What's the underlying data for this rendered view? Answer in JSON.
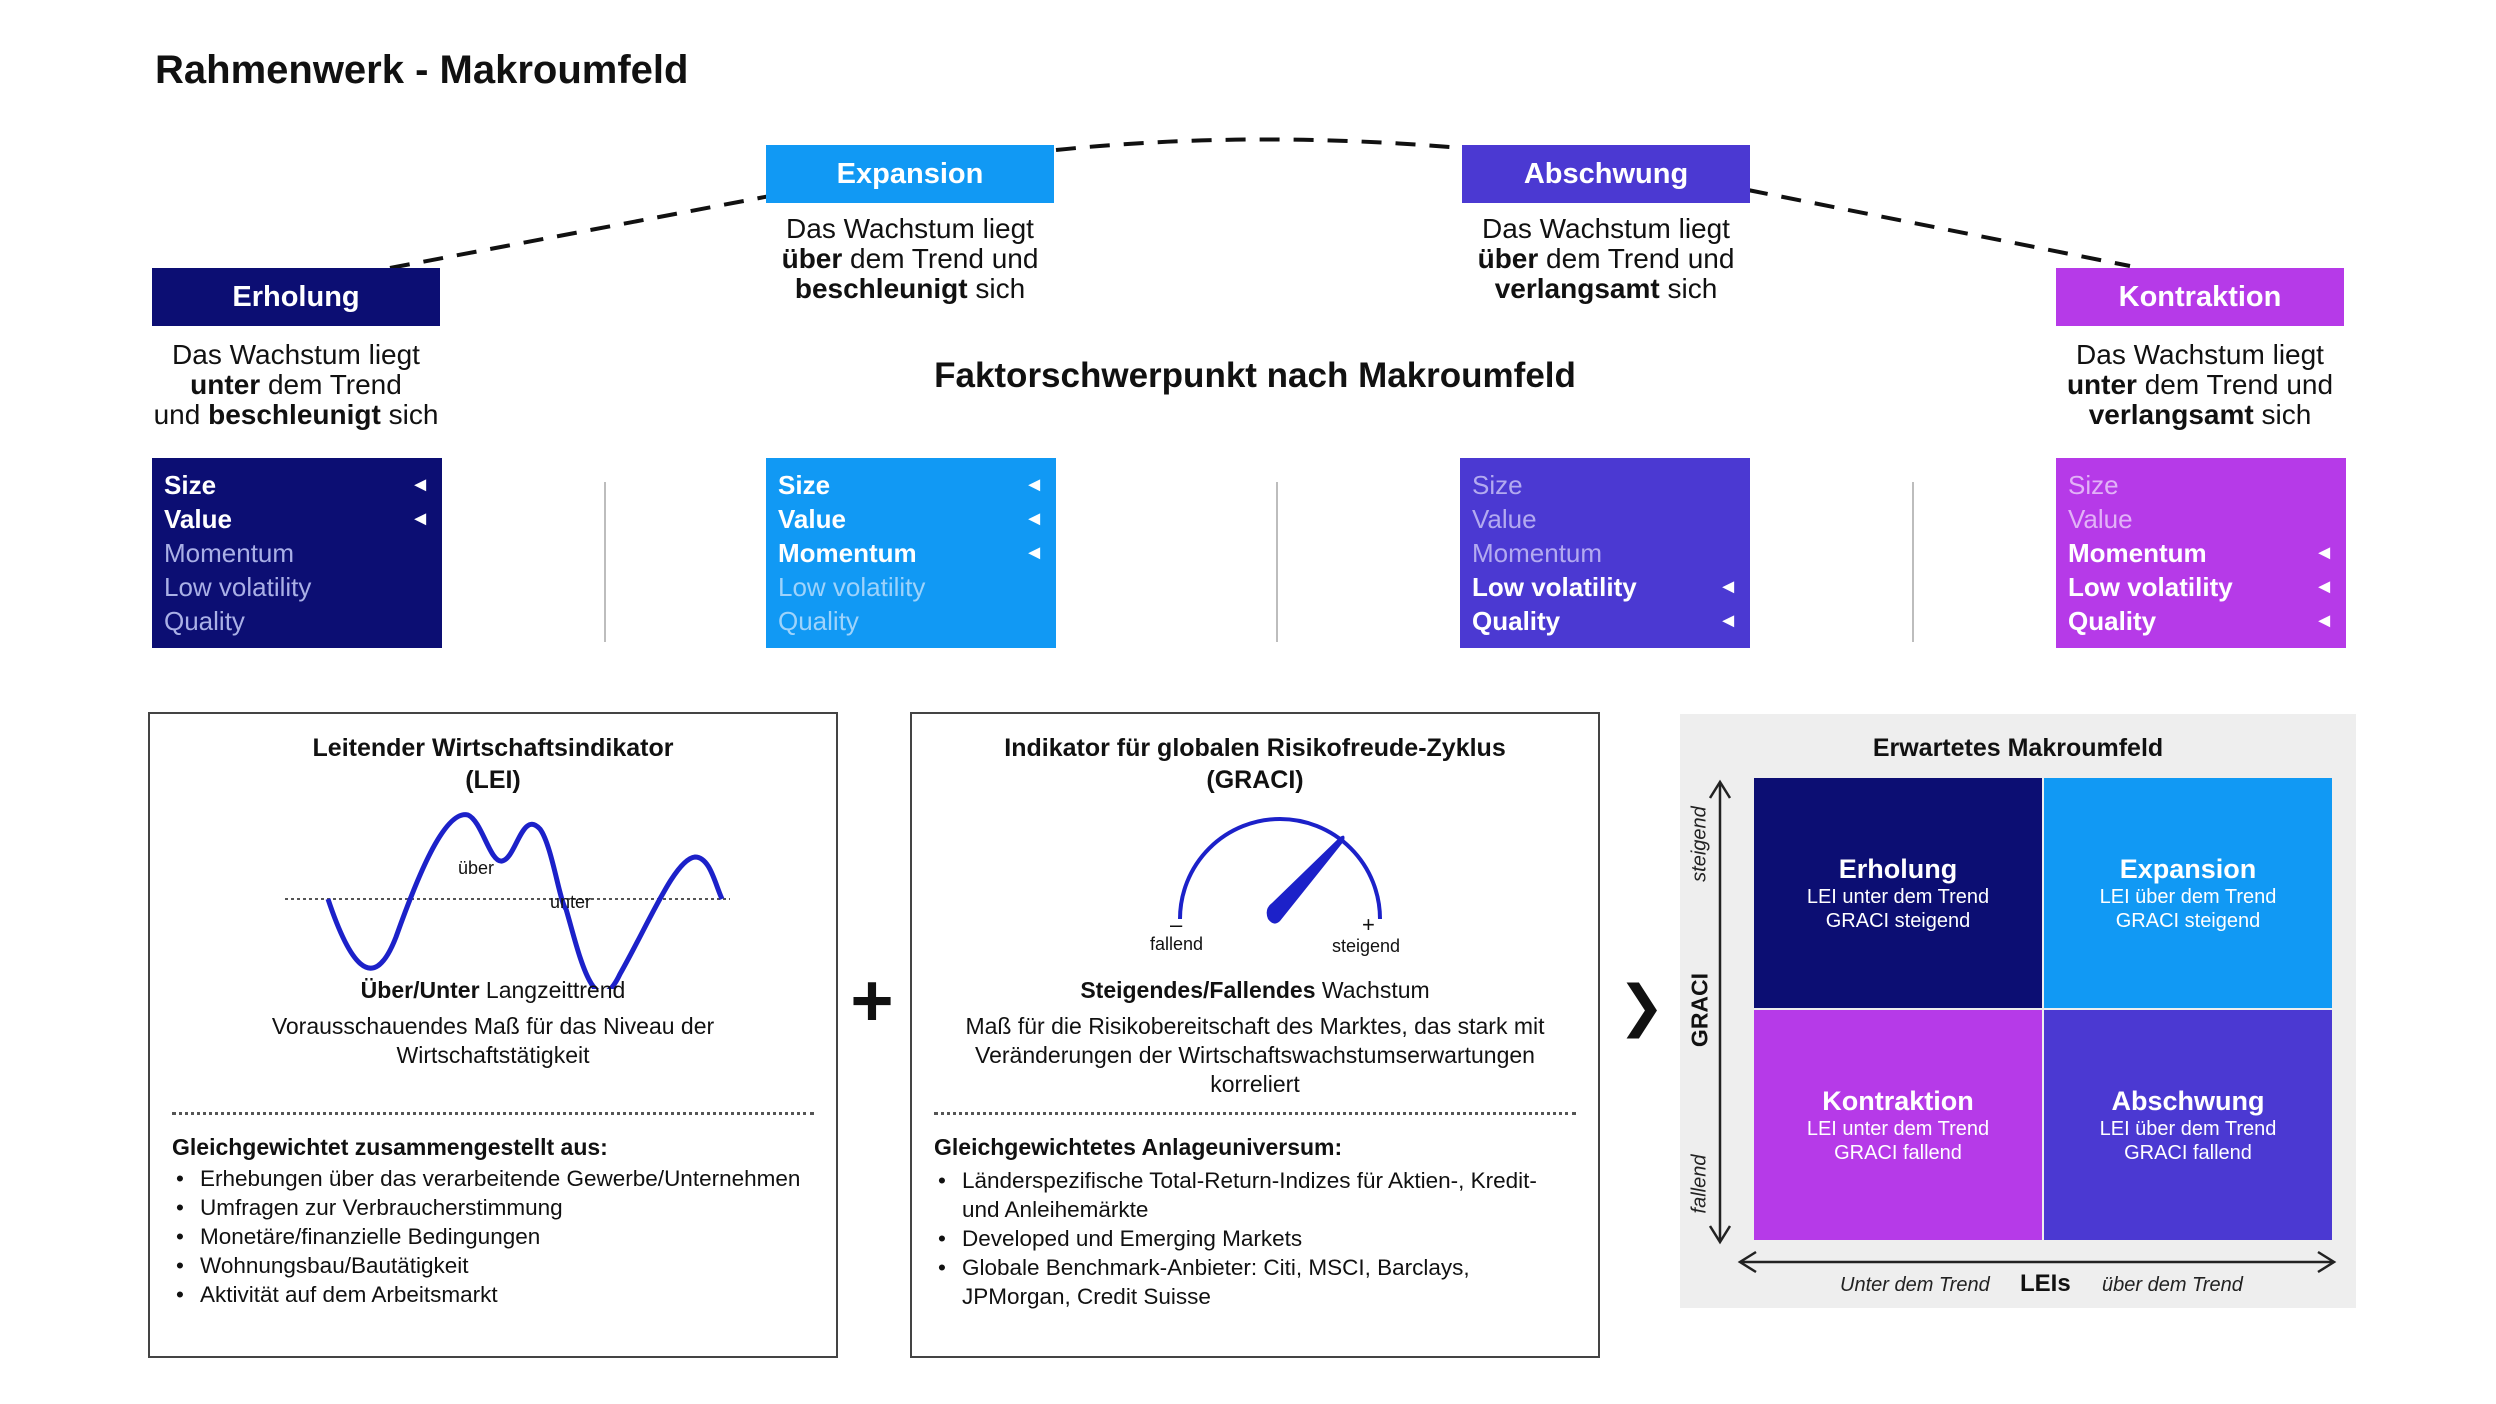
{
  "title": "Rahmenwerk - Makroumfeld",
  "colors": {
    "erholung": "#0c0e73",
    "expansion": "#1199f4",
    "abschwung": "#4b39d2",
    "kontraktion": "#b63ae8",
    "grey_panel": "#eeeeee"
  },
  "phases": [
    {
      "name": "Erholung",
      "desc_pre": "Das Wachstum liegt",
      "desc_b1": "unter",
      "desc_mid": " dem Trend",
      "desc_pre2": "und ",
      "desc_b2": "beschleunigt",
      "desc_post": " sich"
    },
    {
      "name": "Expansion",
      "desc_pre": "Das Wachstum liegt",
      "desc_b1": "über",
      "desc_mid": " dem Trend und",
      "desc_pre2": "",
      "desc_b2": "beschleunigt",
      "desc_post": " sich"
    },
    {
      "name": "Abschwung",
      "desc_pre": "Das Wachstum liegt",
      "desc_b1": "über",
      "desc_mid": " dem Trend und",
      "desc_pre2": "",
      "desc_b2": "verlangsamt",
      "desc_post": " sich"
    },
    {
      "name": "Kontraktion",
      "desc_pre": "Das Wachstum liegt",
      "desc_b1": "unter",
      "desc_mid": " dem Trend und",
      "desc_pre2": "",
      "desc_b2": "verlangsamt",
      "desc_post": " sich"
    }
  ],
  "factor_title": "Faktorschwerpunkt nach Makroumfeld",
  "factors": [
    "Size",
    "Value",
    "Momentum",
    "Low volatility",
    "Quality"
  ],
  "factor_arrow": "◄",
  "factor_active": [
    [
      true,
      true,
      false,
      false,
      false
    ],
    [
      true,
      true,
      true,
      false,
      false
    ],
    [
      false,
      false,
      false,
      true,
      true
    ],
    [
      false,
      false,
      true,
      true,
      true
    ]
  ],
  "lei": {
    "title1": "Leitender Wirtschaftsindikator",
    "title2": "(LEI)",
    "label_over": "über",
    "label_under": "unter",
    "sub_bold": "Über/Unter",
    "sub_rest": " Langzeittrend",
    "desc1": "Vorausschauendes Maß für das Niveau der",
    "desc2": "Wirtschaftstätigkeit",
    "list_head": "Gleichgewichtet zusammengestellt aus:",
    "items": [
      "Erhebungen über das verarbeitende Gewerbe/Unternehmen",
      "Umfragen zur Verbraucherstimmung",
      "Monetäre/finanzielle Bedingungen",
      "Wohnungsbau/Bautätigkeit",
      "Aktivität auf dem Arbeitsmarkt"
    ]
  },
  "plus": "+",
  "graci": {
    "title1": "Indikator für globalen Risikofreude-Zyklus",
    "title2": "(GRACI)",
    "minus": "–",
    "plus": "+",
    "label_falling": "fallend",
    "label_rising": "steigend",
    "sub_bold": "Steigendes/Fallendes",
    "sub_rest": " Wachstum",
    "desc1": "Maß für die Risikobereitschaft des Marktes, das stark mit",
    "desc2": "Veränderungen der Wirtschaftswachstumserwartungen",
    "desc3": "korreliert",
    "list_head": "Gleichgewichtetes Anlageuniversum:",
    "items": [
      "Länderspezifische Total-Return-Indizes für Aktien-, Kredit- und Anleihemärkte",
      "Developed und Emerging Markets",
      "Globale Benchmark-Anbieter: Citi, MSCI, Barclays, JPMorgan, Credit Suisse"
    ]
  },
  "chevron": "❯",
  "matrix": {
    "title": "Erwartetes Makroumfeld",
    "y_axis": "GRACI",
    "y_top": "steigend",
    "y_bottom": "fallend",
    "x_axis": "LEIs",
    "x_left": "Unter dem Trend",
    "x_right": "über dem Trend",
    "cells": [
      {
        "title": "Erholung",
        "l1": "LEI unter dem Trend",
        "l2": "GRACI steigend"
      },
      {
        "title": "Expansion",
        "l1": "LEI über dem Trend",
        "l2": "GRACI steigend"
      },
      {
        "title": "Kontraktion",
        "l1": "LEI unter dem Trend",
        "l2": "GRACI fallend"
      },
      {
        "title": "Abschwung",
        "l1": "LEI über dem Trend",
        "l2": "GRACI fallend"
      }
    ]
  }
}
